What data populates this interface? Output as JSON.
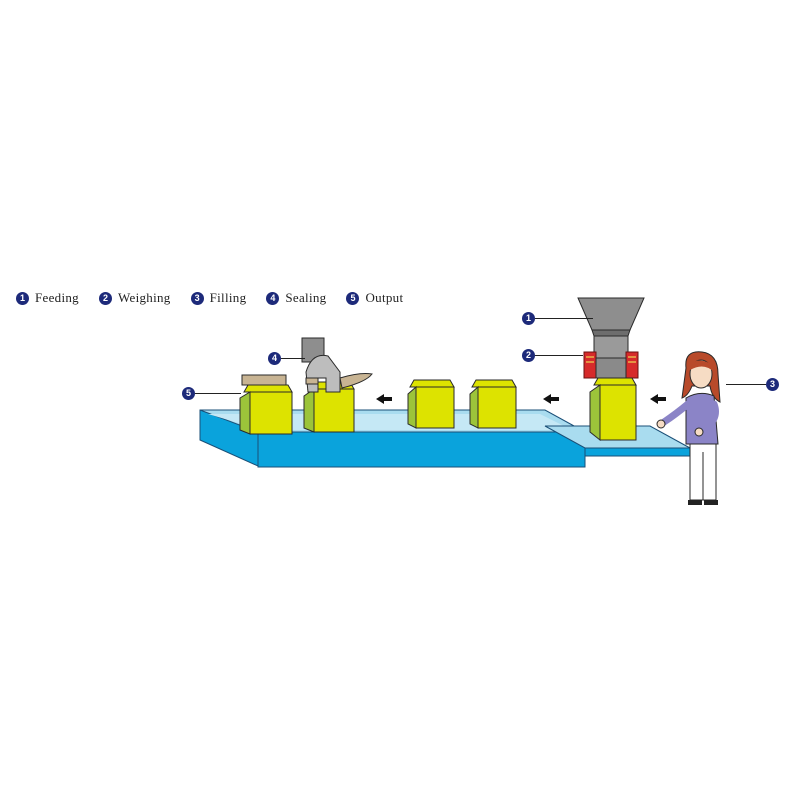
{
  "legend": [
    {
      "number": "1",
      "label": "Feeding"
    },
    {
      "number": "2",
      "label": "Weighing"
    },
    {
      "number": "3",
      "label": "Filling"
    },
    {
      "number": "4",
      "label": "Sealing"
    },
    {
      "number": "5",
      "label": "Output"
    }
  ],
  "callouts": {
    "feeding": "1",
    "weighing": "2",
    "filling": "3",
    "sealing": "4",
    "output": "5"
  },
  "colors": {
    "badge": "#1d2a7a",
    "conveyor_top": "#a9dcef",
    "conveyor_side": "#0aa3dc",
    "bag_face": "#dde300",
    "bag_side": "#9cc43a",
    "hopper": "#8e8e8e",
    "person_hair": "#b84a2a",
    "person_shirt": "#8b84c7"
  }
}
